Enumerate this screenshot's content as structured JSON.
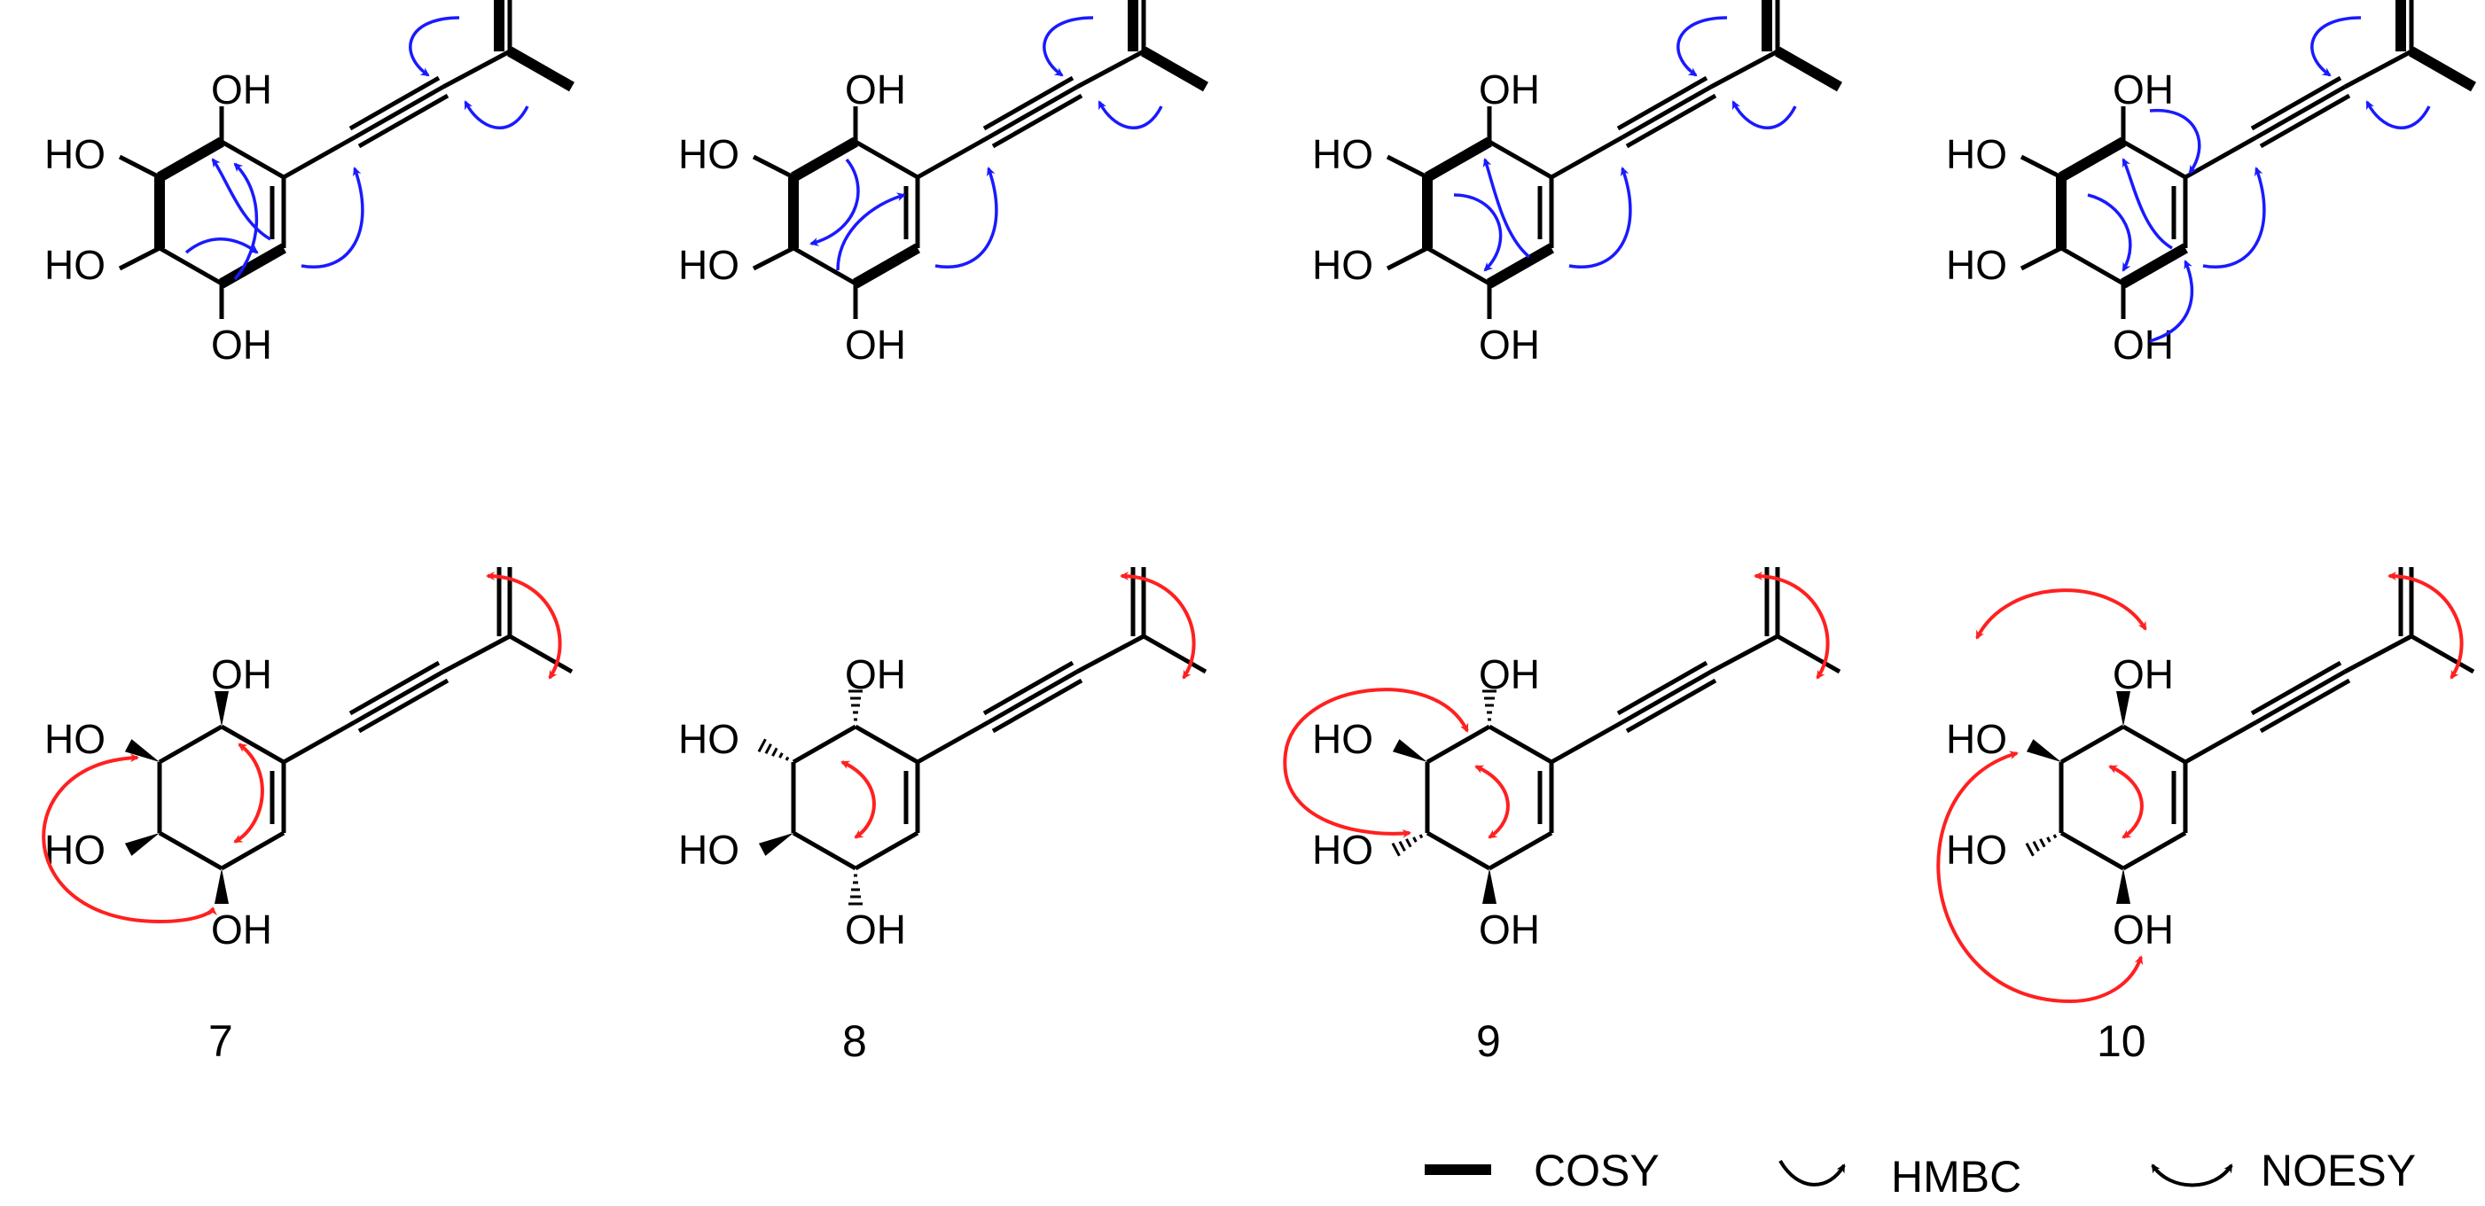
{
  "compounds": [
    {
      "id": "7",
      "label": "7"
    },
    {
      "id": "8",
      "label": "8"
    },
    {
      "id": "9",
      "label": "9"
    },
    {
      "id": "10",
      "label": "10"
    }
  ],
  "atoms": {
    "oh_right": "OH",
    "oh_left": "HO"
  },
  "legend": {
    "cosy": "COSY",
    "hmbc": "HMBC",
    "noesy": "NOESY"
  },
  "colors": {
    "bond": "#000000",
    "hmbc_arrow": "#1a1aff",
    "noesy_arrow": "#ff2020"
  }
}
